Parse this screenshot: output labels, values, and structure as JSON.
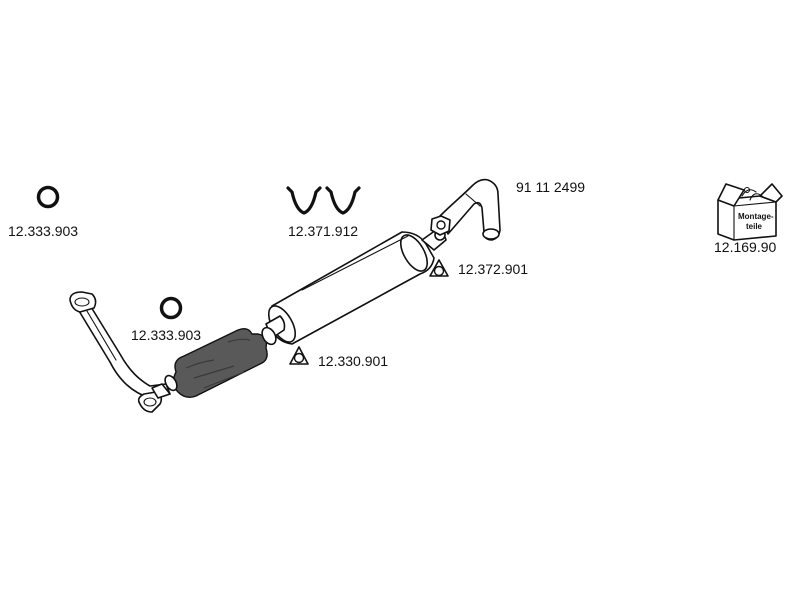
{
  "parts": [
    {
      "id": "gasket-left",
      "number": "12.333.903"
    },
    {
      "id": "clamps",
      "number": "12.371.912"
    },
    {
      "id": "tailpipe",
      "number": "91 11 2499"
    },
    {
      "id": "mounting-kit",
      "number": "12.169.90",
      "box_text_line1": "Montage-",
      "box_text_line2": "teile"
    },
    {
      "id": "gasket-middle",
      "number": "12.372.901"
    },
    {
      "id": "gasket-center",
      "number": "12.333.903"
    },
    {
      "id": "flange-gasket",
      "number": "12.330.901"
    }
  ],
  "colors": {
    "line": "#111111",
    "catalyst_fill": "#595959",
    "background": "#ffffff"
  }
}
